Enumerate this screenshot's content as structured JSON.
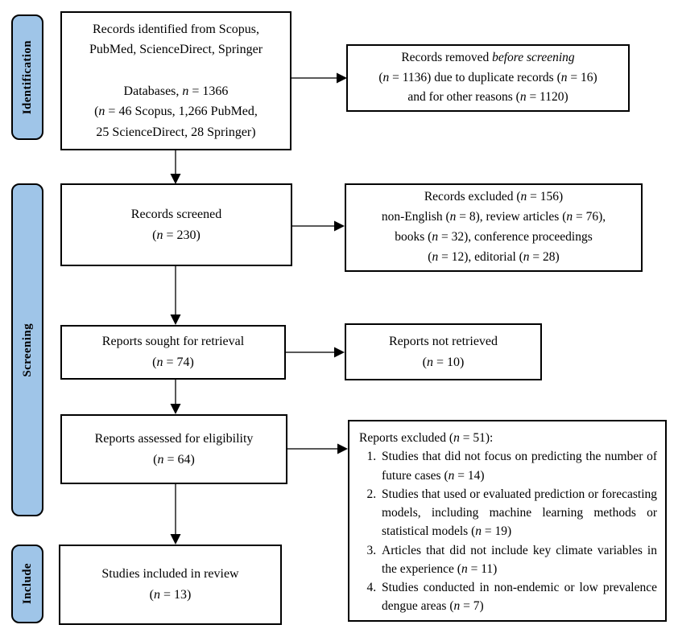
{
  "colors": {
    "stage_fill": "#9FC5E8",
    "box_border": "#000000",
    "arrow_line": "#595959",
    "arrow_head": "#000000"
  },
  "stages": [
    {
      "label": "Identification"
    },
    {
      "label": "Screening"
    },
    {
      "label": "Include"
    }
  ],
  "boxes": {
    "records_identified": {
      "lines": [
        "Records identified from Scopus,",
        "PubMed, ScienceDirect, Springer",
        "",
        "Databases, *n* = 1366",
        "(*n* = 46 Scopus, 1,266 PubMed,",
        "25 ScienceDirect, 28 Springer)"
      ]
    },
    "records_removed": {
      "lines": [
        "Records removed *before screening*",
        "(*n* = 1136) due to duplicate records (*n* = 16)",
        "and for other reasons (*n* = 1120)"
      ]
    },
    "records_screened": {
      "lines": [
        "Records screened",
        "(*n* = 230)"
      ]
    },
    "records_excluded": {
      "lines": [
        "Records excluded (*n* = 156)",
        "non-English (*n* = 8), review articles (*n* = 76),",
        "books (*n* = 32), conference proceedings",
        "(*n* = 12), editorial (*n* = 28)"
      ]
    },
    "reports_sought": {
      "lines": [
        "Reports sought for retrieval",
        "(*n* = 74)"
      ]
    },
    "reports_not_retrieved": {
      "lines": [
        "Reports not retrieved",
        "(*n* = 10)"
      ]
    },
    "reports_assessed": {
      "lines": [
        "Reports assessed for eligibility",
        "(*n* = 64)"
      ]
    },
    "reports_excluded": {
      "title": "Reports excluded (*n* = 51):",
      "items": [
        "Studies that did not focus on predicting the number of future cases (*n* = 14)",
        "Studies that used or evaluated prediction or forecasting models, including machine learning methods or statistical models (*n* = 19)",
        "Articles that did not include key climate variables in the experience (*n* = 11)",
        "Studies conducted in non-endemic or low prevalence dengue areas (*n* = 7)"
      ]
    },
    "studies_included": {
      "lines": [
        "Studies included in review",
        "(*n* = 13)"
      ]
    }
  }
}
